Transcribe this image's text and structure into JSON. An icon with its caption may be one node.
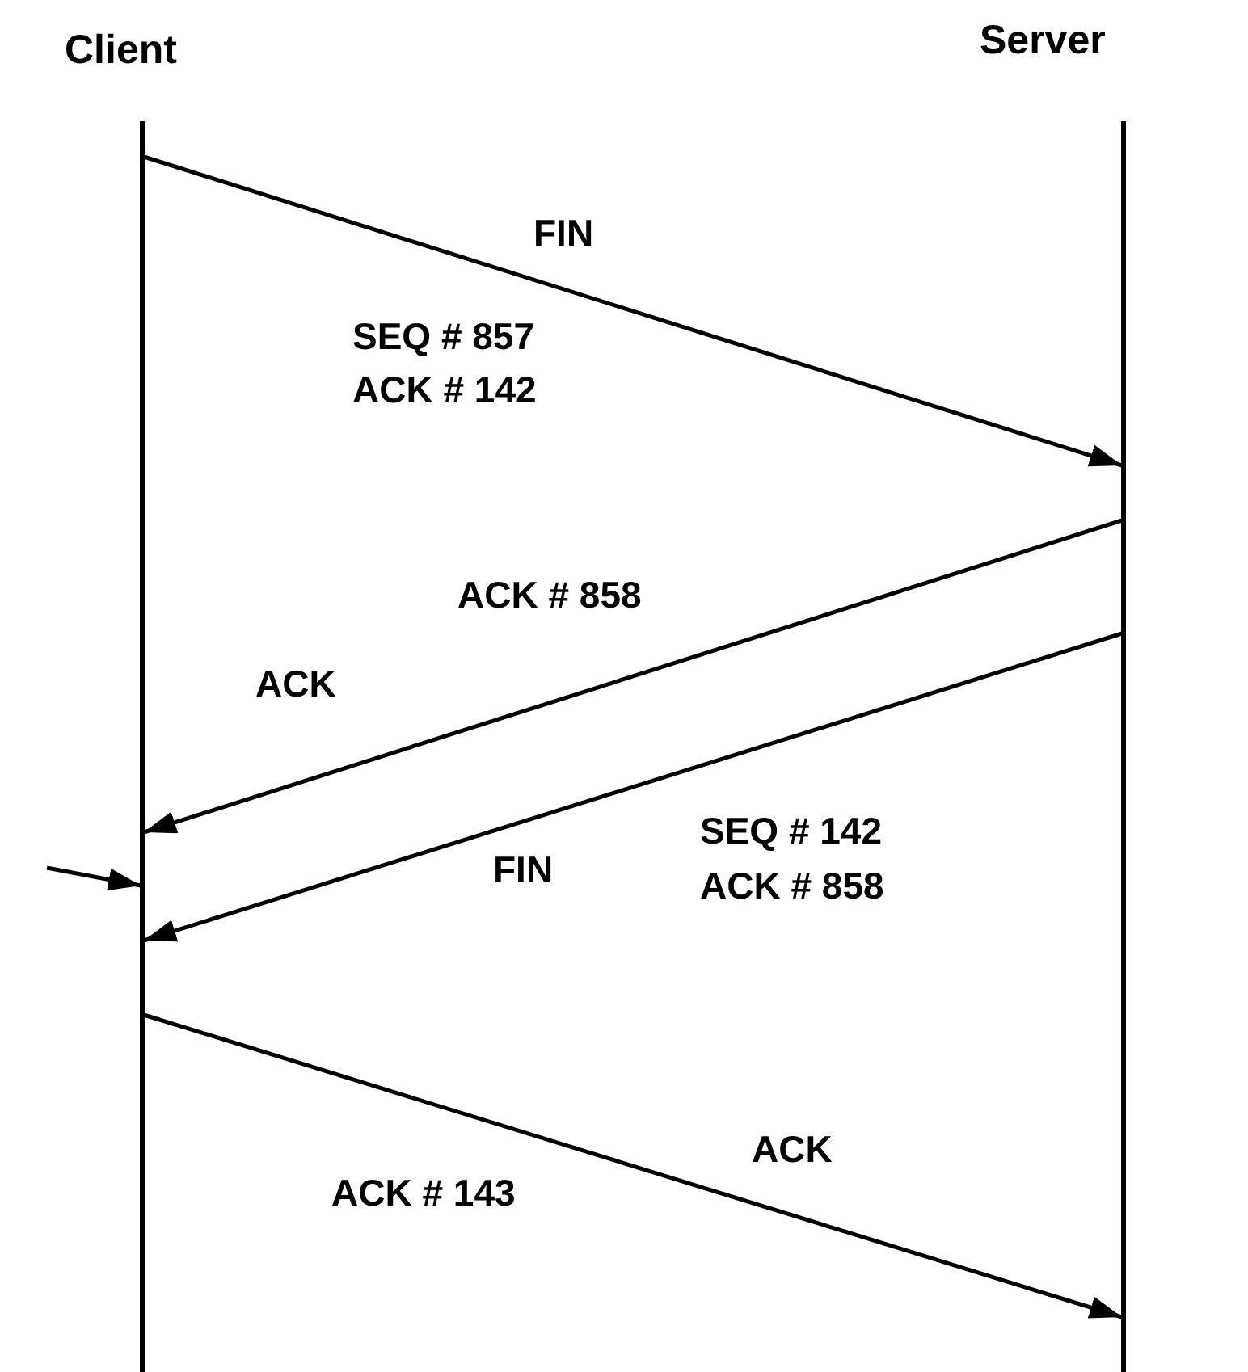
{
  "diagram": {
    "nodes": [
      {
        "text": [
          "Client"
        ]
      },
      {
        "text": [
          "Server"
        ]
      }
    ],
    "edges": [
      {
        "from": 0,
        "to": 1,
        "arrow": "to",
        "label": "FIN"
      },
      {
        "from": 1,
        "to": 0,
        "arrow": "to",
        "label": "ACK"
      },
      {
        "from": 1,
        "to": 0,
        "arrow": "to",
        "label": "FIN"
      },
      {
        "from": 0,
        "to": 1,
        "arrow": "to",
        "label": "ACK"
      },
      {
        "from": null,
        "to": 0,
        "arrow": "to"
      }
    ],
    "labels": [
      "SEQ # 857",
      "ACK # 142",
      "ACK # 858",
      "SEQ # 142",
      "ACK # 858",
      "ACK # 143"
    ]
  }
}
